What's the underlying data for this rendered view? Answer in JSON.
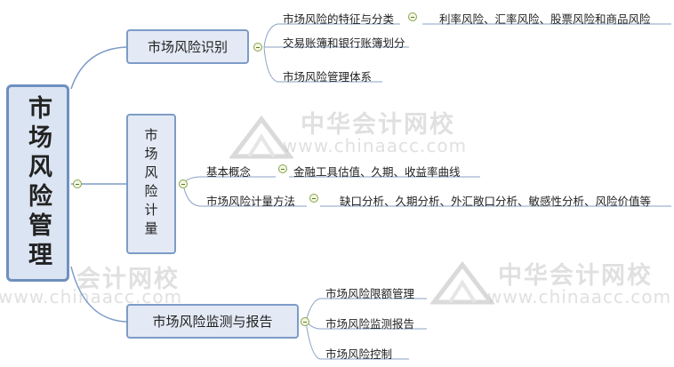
{
  "watermark": {
    "brand": "中华会计网校",
    "brand_left_partial": "会计网校",
    "url": "www.chinaacc.com",
    "url_partial": "www.chinaacc.com"
  },
  "root": {
    "label": "市场风险管理"
  },
  "topics": [
    {
      "label": "市场风险识别",
      "children": [
        {
          "label": "市场风险的特征与分类",
          "detail": "利率风险、汇率风险、股票风险和商品风险"
        },
        {
          "label": "交易账簿和银行账簿划分"
        },
        {
          "label": "市场风险管理体系"
        }
      ]
    },
    {
      "label": "市场风险计量",
      "children": [
        {
          "label": "基本概念",
          "detail": "金融工具估值、久期、收益率曲线"
        },
        {
          "label": "市场风险计量方法",
          "detail": "缺口分析、久期分析、外汇敞口分析、敏感性分析、风险价值等"
        }
      ]
    },
    {
      "label": "市场风险监测与报告",
      "children": [
        {
          "label": "市场风险限额管理"
        },
        {
          "label": "市场风险监测报告"
        },
        {
          "label": "市场风险控制"
        }
      ]
    }
  ]
}
